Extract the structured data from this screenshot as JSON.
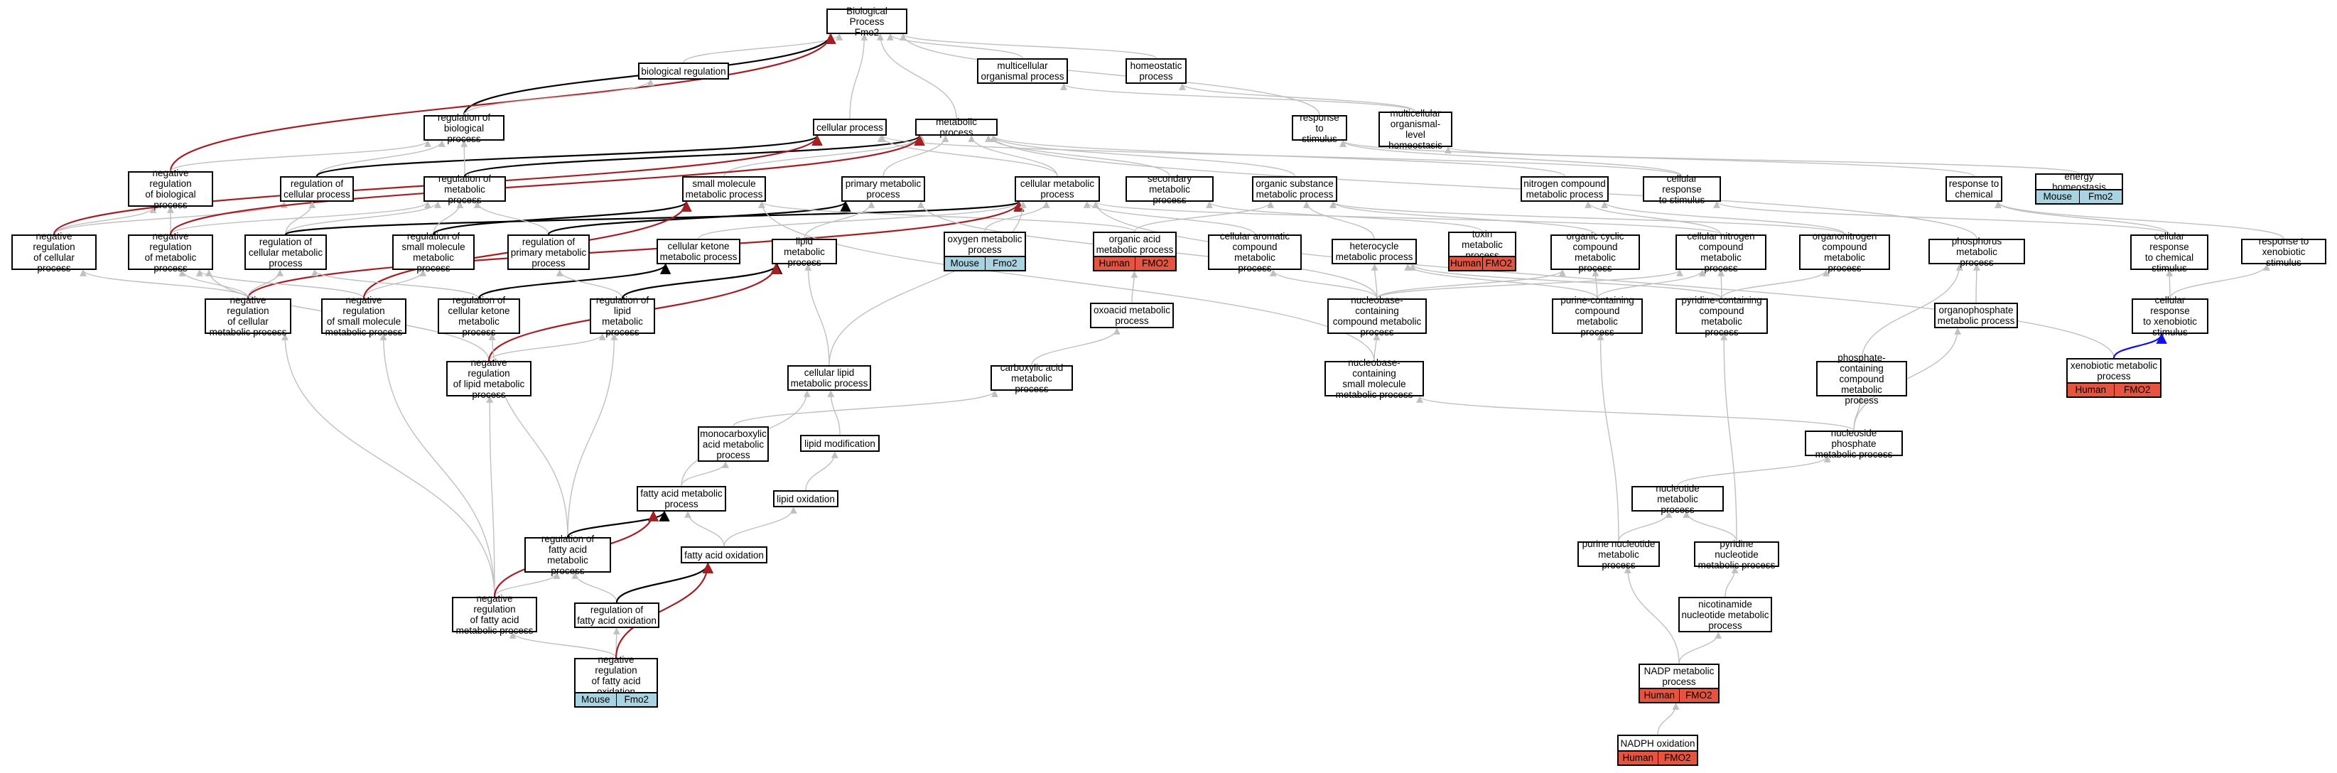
{
  "colors": {
    "gray": "#c0c0c0",
    "black": "#000000",
    "red": "#a61e22",
    "blue": "#1010ee",
    "human": "#e8533f",
    "mouse": "#a8d4e1"
  },
  "nodes": {
    "bp": "Biological Process\nFmo2",
    "biological_regulation": "biological regulation",
    "multicellular_organismal_process": "multicellular\norganismal process",
    "homeostatic_process": "homeostatic\nprocess",
    "regulation_of_biological_process": "regulation of\nbiological process",
    "cellular_process": "cellular process",
    "metabolic_process": "metabolic process",
    "response_to_stimulus": "response to\nstimulus",
    "multicellular_organismal_level_homeostasis": "multicellular\norganismal-level\nhomeostasis",
    "negative_regulation_of_biological_process": "negative regulation\nof biological\nprocess",
    "regulation_of_cellular_process": "regulation of\ncellular process",
    "regulation_of_metabolic_process": "regulation of\nmetabolic process",
    "small_molecule_metabolic_process": "small molecule\nmetabolic process",
    "primary_metabolic_process": "primary metabolic\nprocess",
    "cellular_metabolic_process": "cellular metabolic\nprocess",
    "secondary_metabolic_process": "secondary metabolic\nprocess",
    "organic_substance_metabolic_process": "organic substance\nmetabolic process",
    "nitrogen_compound_metabolic_process": "nitrogen compound\nmetabolic process",
    "cellular_response_to_stimulus": "cellular response\nto stimulus",
    "response_to_chemical": "response to\nchemical",
    "energy_homeostasis": "energy homeostasis",
    "negative_regulation_of_cellular_process": "negative regulation\nof cellular\nprocess",
    "negative_regulation_of_metabolic_process": "negative regulation\nof metabolic\nprocess",
    "regulation_of_cellular_metabolic_process": "regulation of\ncellular metabolic\nprocess",
    "regulation_of_small_molecule_metabolic_process": "regulation of\nsmall molecule\nmetabolic process",
    "regulation_of_primary_metabolic_process": "regulation of\nprimary metabolic\nprocess",
    "cellular_ketone_metabolic_process": "cellular ketone\nmetabolic process",
    "lipid_metabolic_process": "lipid metabolic\nprocess",
    "oxygen_metabolic_process": "oxygen metabolic\nprocess",
    "organic_acid_metabolic_process": "organic acid\nmetabolic process",
    "cellular_aromatic_compound_metabolic_process": "cellular aromatic\ncompound metabolic\nprocess",
    "heterocycle_metabolic_process": "heterocycle\nmetabolic process",
    "toxin_metabolic_process": "toxin metabolic\nprocess",
    "organic_cyclic_compound_metabolic_process": "organic cyclic\ncompound metabolic\nprocess",
    "cellular_nitrogen_compound_metabolic_process": "cellular nitrogen\ncompound metabolic\nprocess",
    "organonitrogen_compound_metabolic_process": "organonitrogen\ncompound metabolic\nprocess",
    "phosphorus_metabolic_process": "phosphorus metabolic\nprocess",
    "cellular_response_to_chemical_stimulus": "cellular response\nto chemical\nstimulus",
    "response_to_xenobiotic_stimulus": "response to\nxenobiotic stimulus",
    "negative_regulation_of_cellular_metabolic_process": "negative regulation\nof cellular\nmetabolic process",
    "negative_regulation_of_small_molecule_metabolic_process": "negative regulation\nof small molecule\nmetabolic process",
    "regulation_of_cellular_ketone_metabolic_process": "regulation of\ncellular ketone\nmetabolic process",
    "regulation_of_lipid_metabolic_process": "regulation of\nlipid metabolic\nprocess",
    "oxoacid_metabolic_process": "oxoacid metabolic\nprocess",
    "nucleobase_containing_compound_metabolic_process": "nucleobase-containing\ncompound metabolic\nprocess",
    "purine_containing_compound_metabolic_process": "purine-containing\ncompound metabolic\nprocess",
    "pyridine_containing_compound_metabolic_process": "pyridine-containing\ncompound metabolic\nprocess",
    "organophosphate_metabolic_process": "organophosphate\nmetabolic process",
    "cellular_response_to_xenobiotic_stimulus": "cellular response\nto xenobiotic\nstimulus",
    "negative_regulation_of_lipid_metabolic_process": "negative regulation\nof lipid metabolic\nprocess",
    "cellular_lipid_metabolic_process": "cellular lipid\nmetabolic process",
    "carboxylic_acid_metabolic_process": "carboxylic acid\nmetabolic process",
    "nucleobase_containing_small_molecule_metabolic_process": "nucleobase-containing\nsmall molecule\nmetabolic process",
    "phosphate_containing_compound_metabolic_process": "phosphate-containing\ncompound metabolic\nprocess",
    "xenobiotic_metabolic_process": "xenobiotic metabolic\nprocess",
    "monocarboxylic_acid_metabolic_process": "monocarboxylic\nacid metabolic\nprocess",
    "lipid_modification": "lipid modification",
    "nucleoside_phosphate_metabolic_process": "nucleoside phosphate\nmetabolic process",
    "fatty_acid_metabolic_process": "fatty acid metabolic\nprocess",
    "lipid_oxidation": "lipid oxidation",
    "nucleotide_metabolic_process": "nucleotide metabolic\nprocess",
    "regulation_of_fatty_acid_metabolic_process": "regulation of\nfatty acid metabolic\nprocess",
    "fatty_acid_oxidation": "fatty acid oxidation",
    "purine_nucleotide_metabolic_process": "purine nucleotide\nmetabolic process",
    "pyridine_nucleotide_metabolic_process": "pyridine nucleotide\nmetabolic process",
    "negative_regulation_of_fatty_acid_metabolic_process": "negative regulation\nof fatty acid\nmetabolic process",
    "regulation_of_fatty_acid_oxidation": "regulation of\nfatty acid oxidation",
    "nicotinamide_nucleotide_metabolic_process": "nicotinamide\nnucleotide metabolic\nprocess",
    "negative_regulation_of_fatty_acid_oxidation": "negative regulation\nof fatty acid\noxidation",
    "nadp_metabolic_process": "NADP metabolic\nprocess",
    "nadph_oxidation": "NADPH oxidation"
  },
  "badges": {
    "energy_homeostasis": [
      "Mouse",
      "Fmo2"
    ],
    "oxygen_metabolic_process": [
      "Mouse",
      "Fmo2"
    ],
    "organic_acid_metabolic_process": [
      "Human",
      "FMO2"
    ],
    "toxin_metabolic_process": [
      "Human",
      "FMO2"
    ],
    "xenobiotic_metabolic_process": [
      "Human",
      "FMO2"
    ],
    "negative_regulation_of_fatty_acid_oxidation": [
      "Mouse",
      "Fmo2"
    ],
    "nadp_metabolic_process": [
      "Human",
      "FMO2"
    ],
    "nadph_oxidation": [
      "Human",
      "FMO2"
    ]
  },
  "badge_colors": {
    "Mouse": "mouse",
    "Human": "human"
  }
}
